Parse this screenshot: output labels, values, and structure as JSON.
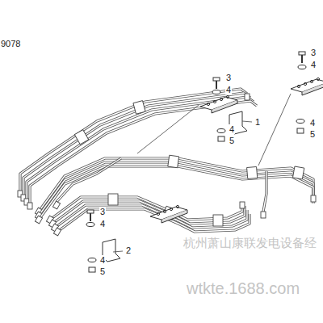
{
  "diagram": {
    "labels": [
      "9078",
      "3",
      "4",
      "3",
      "4",
      "1",
      "4",
      "4",
      "5",
      "5",
      "3",
      "4",
      "2",
      "4",
      "5",
      "杭州萧山康联发电设备经",
      "wtkte.1688.com"
    ]
  }
}
